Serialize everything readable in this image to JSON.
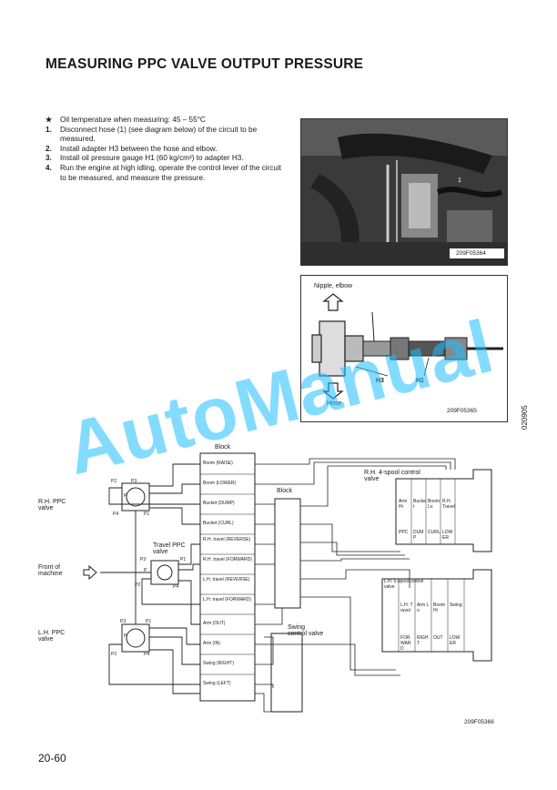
{
  "page": {
    "title": "MEASURING PPC VALVE OUTPUT PRESSURE",
    "page_number": "20-60",
    "side_code": "020905",
    "watermark": "AutoManual"
  },
  "steps": [
    {
      "marker": "★",
      "text": "Oil temperature when measuring: 45 – 55°C"
    },
    {
      "marker": "1.",
      "text": "Disconnect hose (1) (see diagram below) of the circuit to be measured."
    },
    {
      "marker": "2.",
      "text": "Install adapter H3 between the hose and elbow."
    },
    {
      "marker": "3.",
      "text": "Install oil pressure gauge H1 (60 kg/cm²) to adapter H3."
    },
    {
      "marker": "4.",
      "text": "Run the engine at high idling, operate the control lever of the circuit to be measured, and measure the pressure."
    }
  ],
  "photo": {
    "caption": "209F05364",
    "label": "1"
  },
  "adapter_figure": {
    "nipple_label": "Nipple, elbow",
    "hose_label": "Hose",
    "h3_label": "H3",
    "h1_label": "H1",
    "caption": "209F05365"
  },
  "circuit": {
    "block_label": "Block",
    "block2_label": "Block",
    "rh_ppc": "R.H. PPC valve",
    "lh_ppc": "L.H. PPC valve",
    "travel_ppc": "Travel PPC valve",
    "front_label": "Front of machine",
    "swing_valve": "Swing control valve",
    "rh4": "R.H. 4-spool control valve",
    "lh5": "L.H. 5-spool control valve",
    "caption": "209F05366",
    "ports_rh": [
      "P2",
      "P3",
      "P",
      "P4",
      "P1"
    ],
    "ports_tr": [
      "P3",
      "P",
      "P1",
      "P2",
      "P4"
    ],
    "ports_lh": [
      "P3",
      "P1",
      "P",
      "P2",
      "P4"
    ],
    "block_rows": [
      "Boom (RAISE)",
      "Boom (LOWER)",
      "Bucket (DUMP)",
      "Bucket (CURL)",
      "R.H. travel (REVERSE)",
      "R.H. travel (FORWARD)",
      "L.H. travel (REVERSE)",
      "L.H. travel (FORWARD)",
      "Arm (OUT)",
      "Arm (IN)",
      "Swing (RIGHT)",
      "Swing (LEFT)"
    ],
    "rh_spools": [
      "Arm Hi",
      "Bucket",
      "Boom Lo",
      "R.H. Travel"
    ],
    "rh_spools_b": [
      "PPC",
      "DUMP",
      "CURL",
      "LOWER"
    ],
    "lh_spools": [
      "L.H. Travel",
      "Arm Lo",
      "Boom Hi",
      "Swing"
    ],
    "lh_spools_b": [
      "FORWARD",
      "RIGHT",
      "OUT",
      "LOWER"
    ]
  }
}
